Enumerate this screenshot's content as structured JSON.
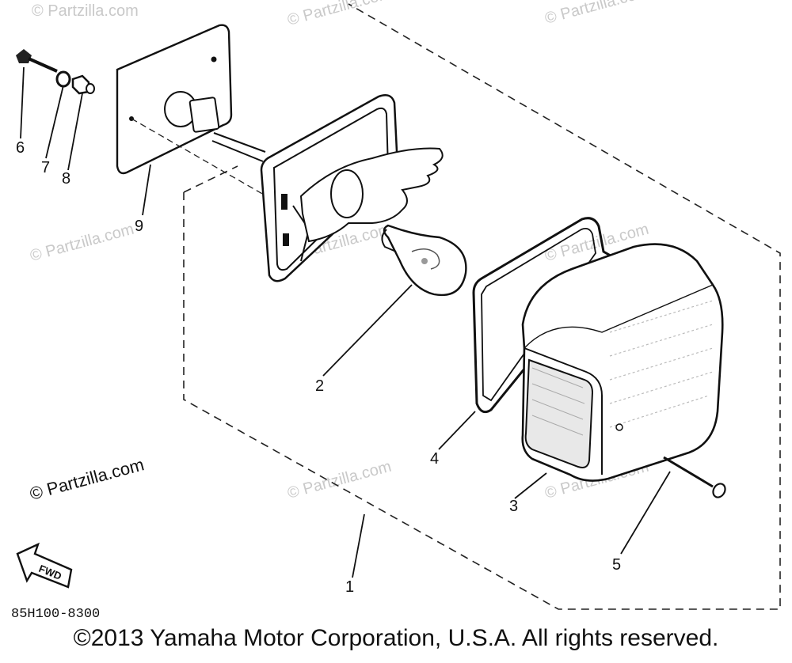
{
  "diagram_code": "85H100-8300",
  "copyright": "©2013 Yamaha Motor Corporation, U.S.A. All rights reserved.",
  "watermarks": {
    "main": "© Partzilla.com",
    "faint": "© Partzilla.com"
  },
  "fwd_label": "FWD",
  "callouts": [
    {
      "id": "1",
      "label": "1"
    },
    {
      "id": "2",
      "label": "2"
    },
    {
      "id": "3",
      "label": "3"
    },
    {
      "id": "4",
      "label": "4"
    },
    {
      "id": "5",
      "label": "5"
    },
    {
      "id": "6",
      "label": "6"
    },
    {
      "id": "7",
      "label": "7"
    },
    {
      "id": "8",
      "label": "8"
    },
    {
      "id": "9",
      "label": "9"
    }
  ]
}
